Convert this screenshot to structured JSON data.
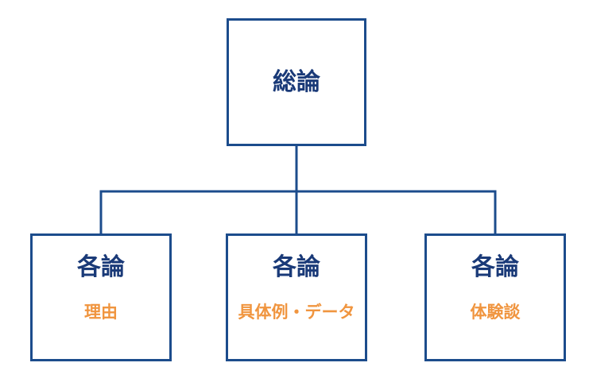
{
  "diagram": {
    "type": "hierarchy",
    "root": {
      "label": "総論"
    },
    "children": [
      {
        "label": "各論",
        "sublabel": "理由"
      },
      {
        "label": "各論",
        "sublabel": "具体例・データ"
      },
      {
        "label": "各論",
        "sublabel": "体験談"
      }
    ],
    "colors": {
      "line": "#1c4c8c",
      "title": "#1a3a78",
      "accent": "#f0953f",
      "background": "#ffffff"
    }
  }
}
